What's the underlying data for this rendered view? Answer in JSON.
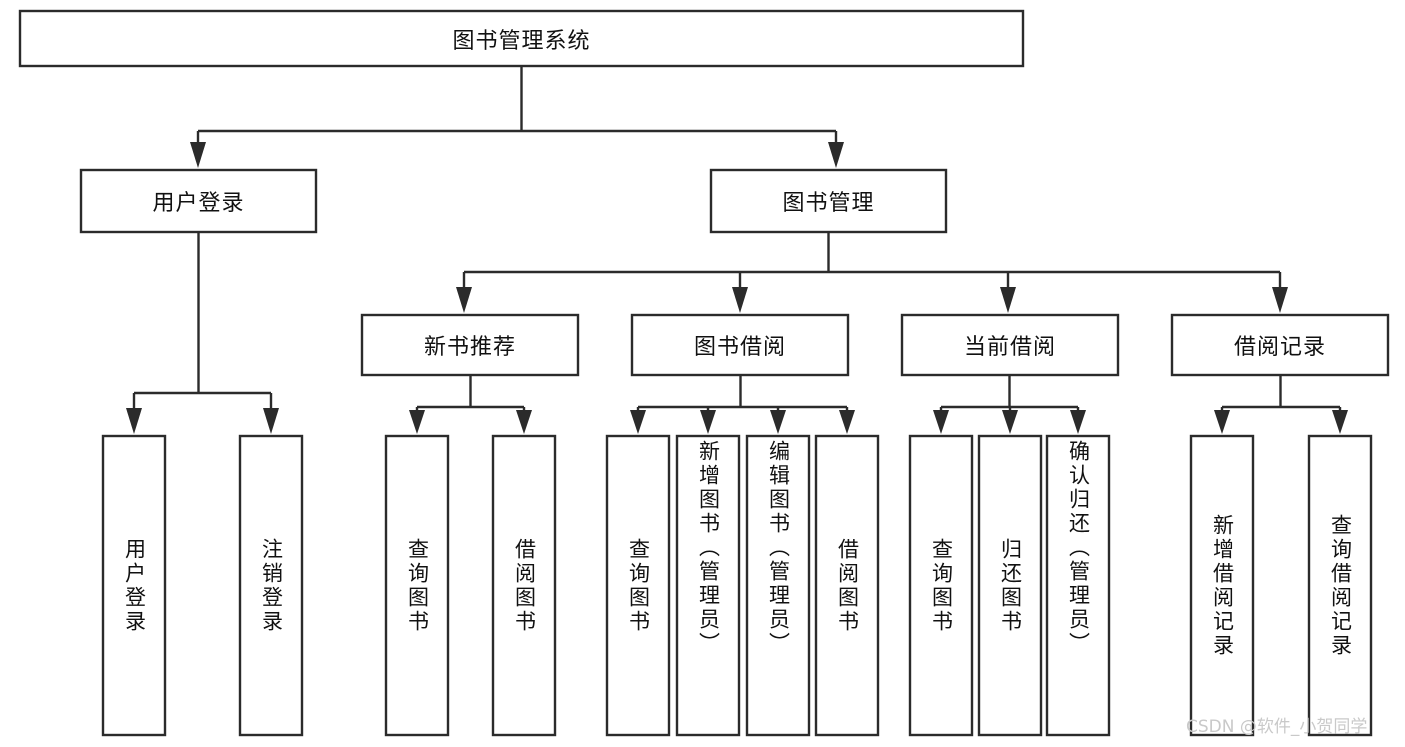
{
  "diagram": {
    "title": "图书管理系统",
    "type": "hierarchy-tree",
    "background_color": "#ffffff",
    "line_color": "#2b2b2b",
    "text_color": "#111111"
  },
  "root": {
    "label": "图书管理系统"
  },
  "level2": [
    {
      "label": "用户登录"
    },
    {
      "label": "图书管理"
    }
  ],
  "level3": [
    {
      "label": "新书推荐"
    },
    {
      "label": "图书借阅"
    },
    {
      "label": "当前借阅"
    },
    {
      "label": "借阅记录"
    }
  ],
  "leaves": {
    "user_login": [
      {
        "label": "用户登录"
      },
      {
        "label": "注销登录"
      }
    ],
    "new_book_recommend": [
      {
        "label": "查询图书"
      },
      {
        "label": "借阅图书"
      }
    ],
    "book_borrow": [
      {
        "label": "查询图书"
      },
      {
        "label": "新增图书（管理员）"
      },
      {
        "label": "编辑图书（管理员）"
      },
      {
        "label": "借阅图书"
      }
    ],
    "current_borrow": [
      {
        "label": "查询图书"
      },
      {
        "label": "归还图书"
      },
      {
        "label": "确认归还（管理员）"
      }
    ],
    "borrow_record": [
      {
        "label": "新增借阅记录"
      },
      {
        "label": "查询借阅记录"
      }
    ]
  },
  "watermark": {
    "text": "CSDN @软件_小贺同学",
    "color": "#c9c9c9"
  }
}
